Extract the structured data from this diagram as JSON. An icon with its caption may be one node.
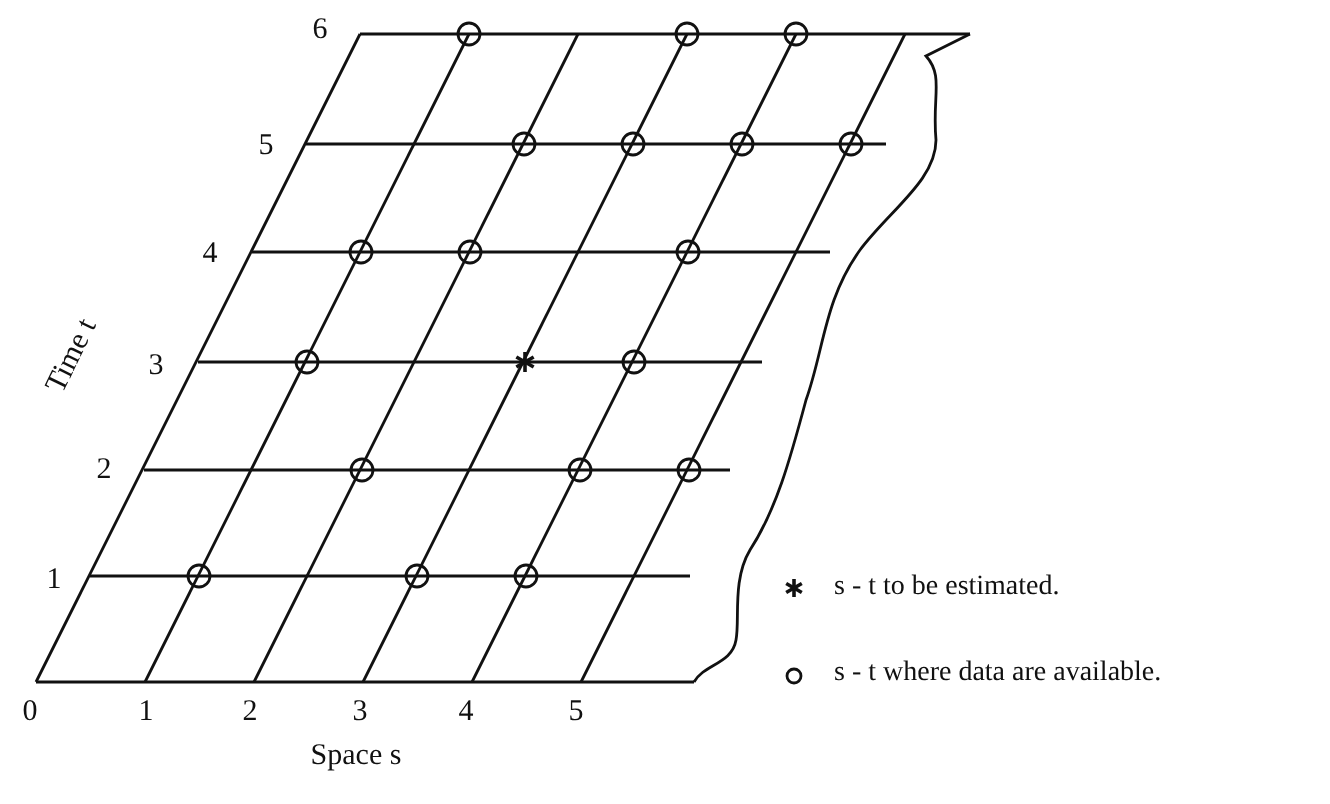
{
  "diagram": {
    "labels": [
      "6",
      "5",
      "4",
      "Time t",
      "3",
      "2",
      "1",
      "0",
      "1",
      "2",
      "3",
      "4",
      "5",
      "Space s"
    ],
    "legend": [
      {
        "text": "s - t to be estimated."
      },
      {
        "text": "s - t where data are available."
      }
    ]
  }
}
